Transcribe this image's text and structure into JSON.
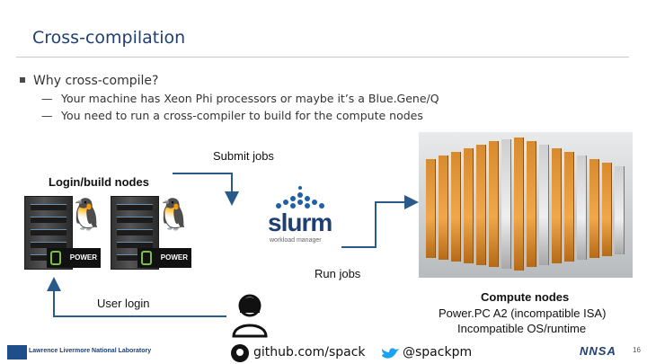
{
  "slide": {
    "title": "Cross-compilation",
    "bullet": "Why cross-compile?",
    "sub_bullets": [
      "Your machine has Xeon Phi processors or maybe it’s a Blue.Gene/Q",
      "You need to run a cross-compiler to build for the compute nodes"
    ],
    "page_number": "16"
  },
  "diagram": {
    "submit_jobs": "Submit jobs",
    "login_nodes": "Login/build nodes",
    "power_logo_text": "POWER",
    "slurm_logo": "slurm",
    "slurm_tagline": "workload manager",
    "run_jobs": "Run jobs",
    "user_login": "User login",
    "compute_nodes_title": "Compute nodes",
    "compute_nodes_line1": "Power.PC A2 (incompatible ISA)",
    "compute_nodes_line2": "Incompatible OS/runtime"
  },
  "footer": {
    "lab_name": "Lawrence Livermore National Laboratory",
    "github": "github.com/spack",
    "twitter": "@spackpm",
    "nnsa_logo": "NNSA"
  },
  "colors": {
    "title": "#1f3f73",
    "slurm_blue": "#1f5fa8",
    "arrow": "#2a5a8a",
    "twitter": "#1da1f2"
  }
}
